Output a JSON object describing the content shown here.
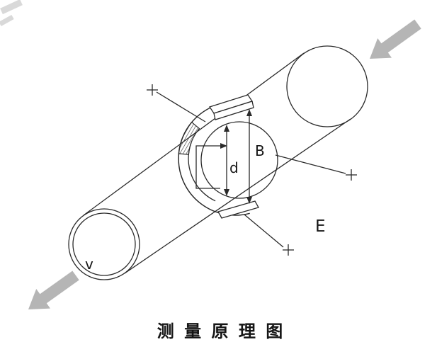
{
  "diagram": {
    "caption": "测 量 原 理 图",
    "labels": {
      "field": "B",
      "electrode": "E",
      "diameter": "d",
      "velocity": "v"
    },
    "colors": {
      "line": "#2a2a2a",
      "flow_arrow": "#b5b5b5"
    }
  }
}
